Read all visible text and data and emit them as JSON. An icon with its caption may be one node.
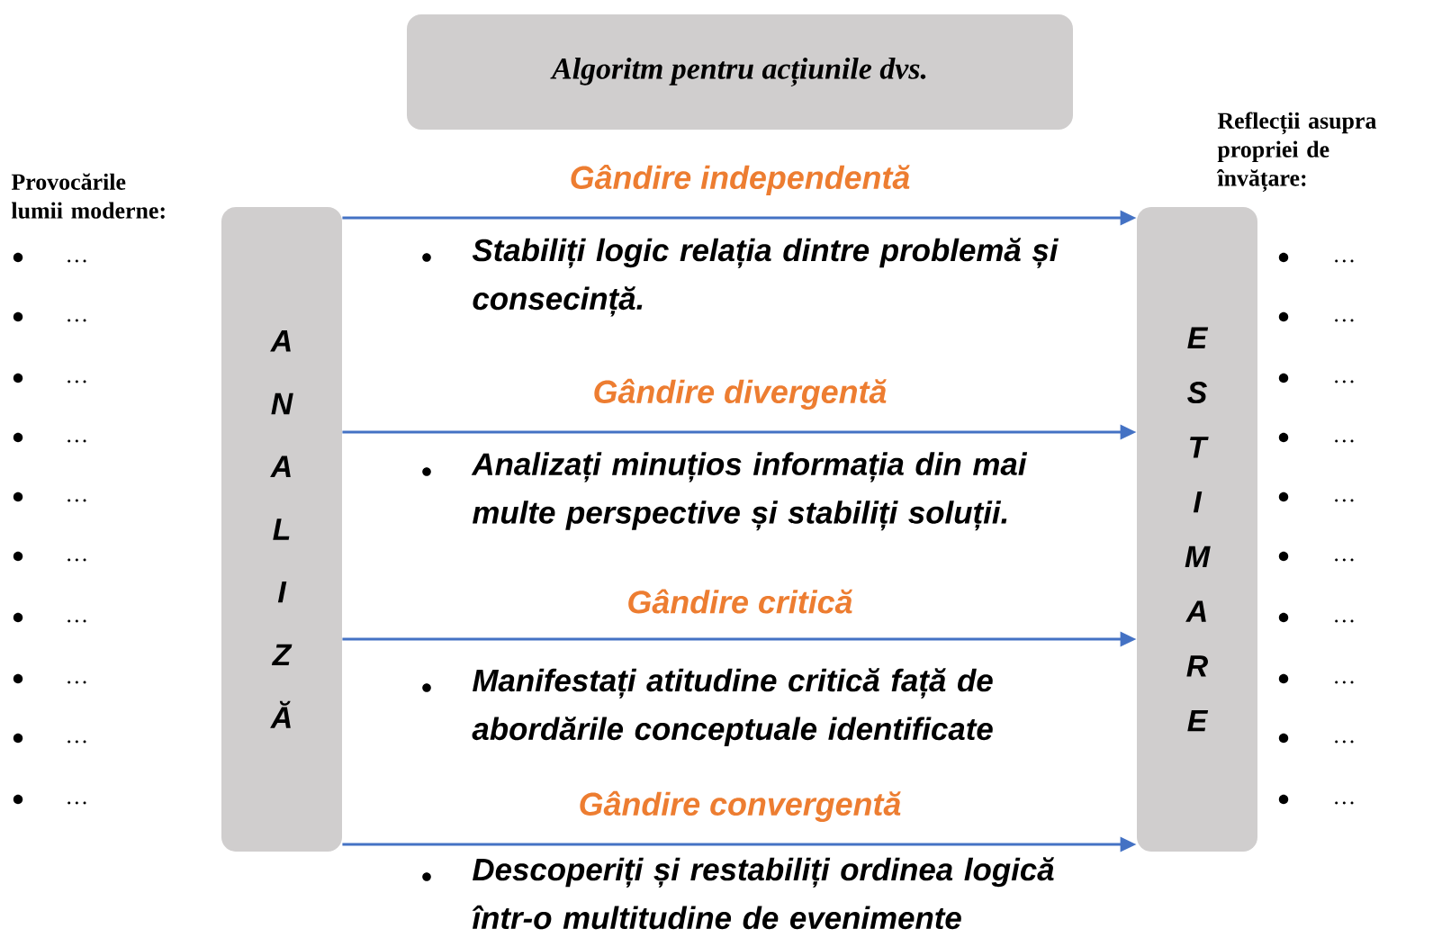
{
  "diagram": {
    "title": "Algoritm pentru acțiunile dvs.",
    "nodes": [
      {
        "text": [
          "A N A L I Z Ă"
        ]
      },
      {
        "text": [
          "E S T I M A R E"
        ]
      }
    ],
    "edges": [
      {
        "from": 0,
        "to": 1,
        "arrow": "to",
        "label": "Gândire independentă"
      },
      {
        "from": 0,
        "to": 1,
        "arrow": "to",
        "label": "Gândire divergentă"
      },
      {
        "from": 0,
        "to": 1,
        "arrow": "to",
        "label": "Gândire critică"
      },
      {
        "from": 0,
        "to": 1,
        "arrow": "to",
        "label": "Gândire convergentă"
      }
    ],
    "labels": [
      "Provocările lumii moderne:",
      "…",
      "…",
      "…",
      "…",
      "…",
      "…",
      "…",
      "…",
      "…",
      "…",
      "Reflecții asupra propriei de învățare:",
      "…",
      "…",
      "…",
      "…",
      "…",
      "…",
      "…",
      "…",
      "…",
      "…",
      "Stabiliți logic relația dintre problemă și consecință.",
      "Analizați minuțios informația din mai multe perspective și stabiliți soluții.",
      "Manifestați atitudine critică față de abordările conceptuale identificate",
      "Descoperiți și restabiliți ordinea logică într-o multitudine de evenimente"
    ]
  }
}
